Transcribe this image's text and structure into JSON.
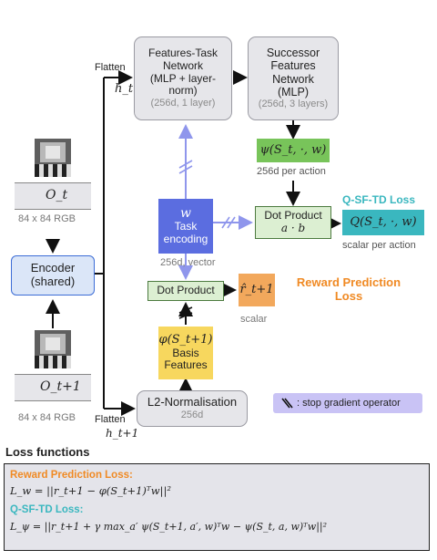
{
  "features_task_network": {
    "line1": "Features-Task",
    "line2": "Network",
    "line3": "(MLP + layer-",
    "line4": "norm)",
    "sub": "(256d, 1 layer)"
  },
  "successor_network": {
    "line1": "Successor",
    "line2": "Features",
    "line3": "Network",
    "line4": "(MLP)",
    "sub": "(256d, 3 layers)"
  },
  "psi_box": {
    "text": "ψ(S_t, ·, w)",
    "caption": "256d per action"
  },
  "qsftd_title": "Q-SF-TD Loss",
  "dot_product_top": {
    "line1": "Dot Product",
    "line2": "a · b"
  },
  "q_box": {
    "text": "Q(S_t, ·, w)",
    "caption": "scalar per action"
  },
  "task_encoding": {
    "w": "w",
    "line1": "Task",
    "line2": "encoding",
    "caption": "256d, vector"
  },
  "obs_t": {
    "label": "O_t",
    "caption": "84 x 84 RGB"
  },
  "obs_t1": {
    "label": "O_t+1",
    "caption": "84 x 84 RGB"
  },
  "encoder": {
    "line1": "Encoder",
    "line2": "(shared)"
  },
  "flatten_top": {
    "word": "Flatten",
    "var": "h_t"
  },
  "flatten_bottom": {
    "word": "Flatten",
    "var": "h_t+1"
  },
  "dot_product_bottom": "Dot Product",
  "reward_hat": {
    "text": "r̂_t+1",
    "caption": "scalar"
  },
  "reward_title": {
    "line1": "Reward Prediction",
    "line2": "Loss"
  },
  "phi_box": {
    "math": "φ(S_t+1)",
    "line1": "Basis",
    "line2": "Features"
  },
  "l2_norm": {
    "text": "L2-Normalisation",
    "sub": "256d"
  },
  "legend_stop_gradient": ": stop gradient operator",
  "loss_panel": {
    "heading": "Loss functions",
    "reward_title": "Reward Prediction Loss:",
    "reward_formula": "L_w = ||r_t+1 − φ(S_t+1)ᵀw||²",
    "qsftd_title": "Q-SF-TD Loss:",
    "qsftd_formula": "L_ψ = ||r_t+1 + γ max_a′ ψ(S_t+1, a′, w)ᵀw − ψ(S_t, a, w)ᵀw||²"
  },
  "colors": {
    "orange": "#f08a24",
    "teal": "#3ab7bf",
    "blue": "#5b6de0",
    "lavender": "#c9c3f5"
  }
}
